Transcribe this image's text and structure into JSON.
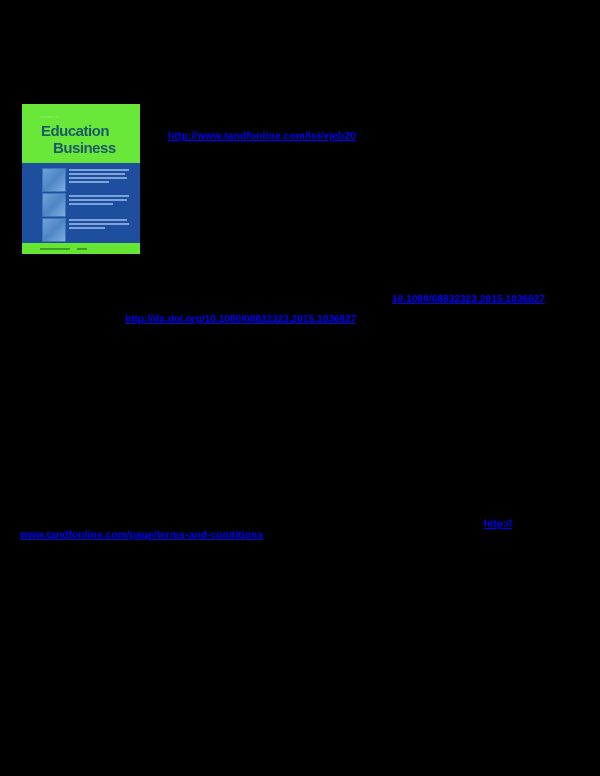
{
  "document": {
    "cover": {
      "journal_prefix": "Journal of",
      "title_line_1": "Education",
      "title_line_2": "Business",
      "colors": {
        "green": "#66E633",
        "blue": "#1D4F9E",
        "title": "#1B5A64"
      }
    },
    "links": {
      "journal_url": "http://www.tandfonline.com/loi/vjeb20",
      "doi_short": "10.1080/08832323.2015.1036827",
      "doi_url": "http://dx.doi.org/10.1080/08832323.2015.1036827",
      "terms_url_part1": "http://",
      "terms_url_part2": "www.tandfonline.com/page/terms-and-conditions"
    },
    "link_color": "#0000FF",
    "background_color": "#000000"
  }
}
